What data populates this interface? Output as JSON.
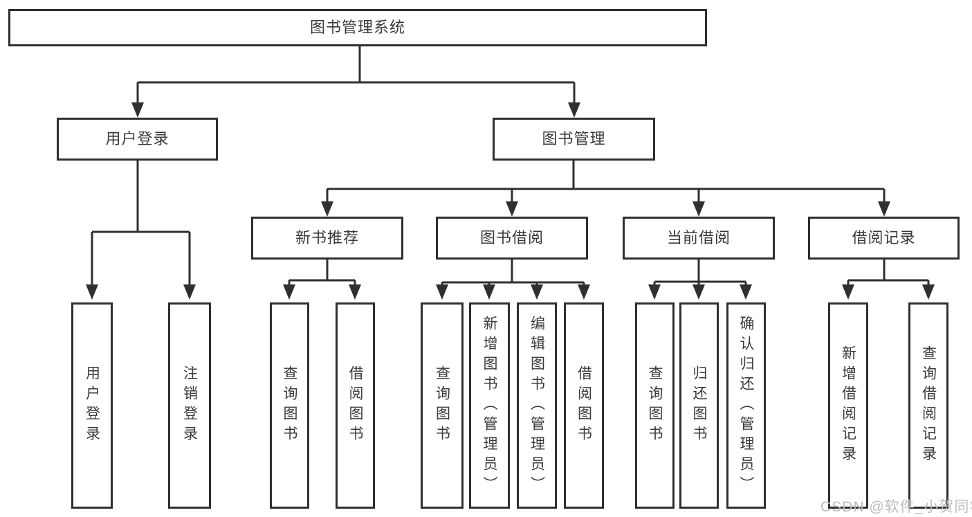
{
  "tree": {
    "root": {
      "label": "图书管理系统",
      "children": [
        {
          "label": "用户登录",
          "children": [
            {
              "label": "用户登录"
            },
            {
              "label": "注销登录"
            }
          ]
        },
        {
          "label": "图书管理",
          "children": [
            {
              "label": "新书推荐",
              "children": [
                {
                  "label": "查询图书"
                },
                {
                  "label": "借阅图书"
                }
              ]
            },
            {
              "label": "图书借阅",
              "children": [
                {
                  "label": "查询图书"
                },
                {
                  "label": "新增图书（管理员）"
                },
                {
                  "label": "编辑图书（管理员）"
                },
                {
                  "label": "借阅图书"
                }
              ]
            },
            {
              "label": "当前借阅",
              "children": [
                {
                  "label": "查询图书"
                },
                {
                  "label": "归还图书"
                },
                {
                  "label": "确认归还（管理员）"
                }
              ]
            },
            {
              "label": "借阅记录",
              "children": [
                {
                  "label": "新增借阅记录"
                },
                {
                  "label": "查询借阅记录"
                }
              ]
            }
          ]
        }
      ]
    }
  },
  "watermark": {
    "text": "CSDN @软件_小贺同学"
  },
  "colors": {
    "line": "#2f2f2f",
    "text": "#3a3a3a",
    "box_background": "#ffffff",
    "watermark": "#bdbdbd"
  }
}
